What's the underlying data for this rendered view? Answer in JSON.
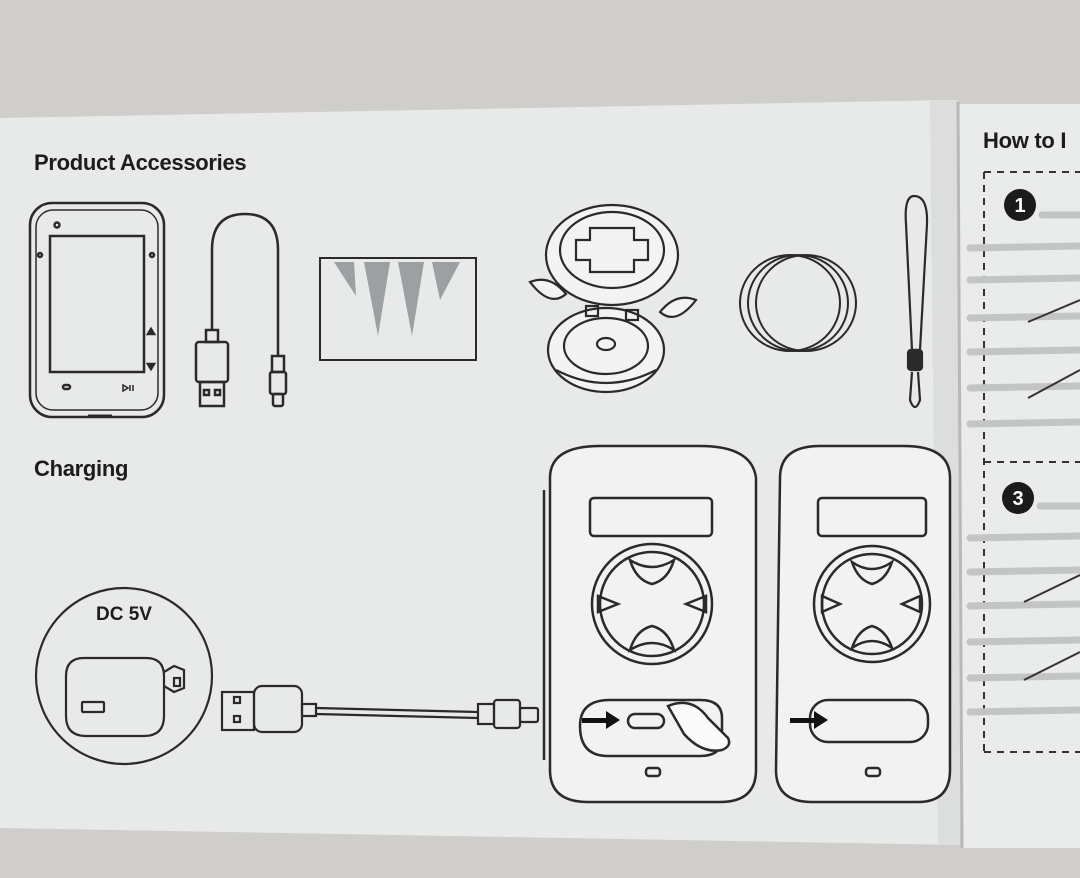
{
  "manual": {
    "left_page": {
      "accessories_title": "Product Accessories",
      "charging_title": "Charging",
      "adapter_label": "DC 5V"
    },
    "right_page": {
      "title": "How to I",
      "steps": [
        "1",
        "3"
      ]
    },
    "icons": [
      "bike-computer-icon",
      "usb-cable-icon",
      "screen-protector-icon",
      "bike-mount-icon",
      "rubber-bands-icon",
      "lanyard-icon",
      "wall-adapter-icon",
      "charge-port-arrow-icon"
    ],
    "colors": {
      "paper": "#e9eaea",
      "line_art": "#2a2a2a",
      "background": "#c9c8c4"
    }
  }
}
